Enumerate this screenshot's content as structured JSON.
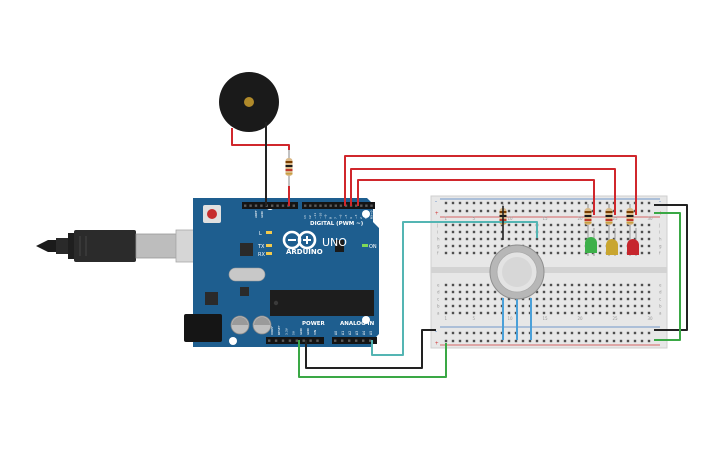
{
  "board": {
    "brand": "ARDUINO",
    "model": "UNO",
    "digital_label": "DIGITAL (PWM ~)",
    "power_label": "POWER",
    "analog_label": "ANALOG IN",
    "tx_label": "TX",
    "rx_label": "RX",
    "l_label": "L",
    "on_label": "ON",
    "aref_label": "AREF",
    "gnd_label": "GND",
    "digital_pins": [
      "13",
      "12",
      "~11",
      "~10",
      "~9",
      "8",
      "7",
      "~6",
      "~5",
      "4",
      "~3",
      "2",
      "TX>1",
      "RX<0"
    ],
    "power_pins": [
      "IOREF",
      "RESET",
      "3.3V",
      "5V",
      "GND",
      "GND",
      "VIN"
    ],
    "analog_pins": [
      "A0",
      "A1",
      "A2",
      "A3",
      "A4",
      "A5"
    ]
  },
  "breadboard": {
    "plus": "+",
    "minus": "-",
    "row_letters": [
      "a",
      "b",
      "c",
      "d",
      "e",
      "f",
      "g",
      "h",
      "i",
      "j"
    ],
    "col_numbers": [
      "1",
      "5",
      "10",
      "15",
      "20",
      "25",
      "30"
    ]
  },
  "colors": {
    "board": "#1e5e8f",
    "red_wire": "#d0272c",
    "black_wire": "#222222",
    "green_wire": "#3aa845",
    "teal_wire": "#54b5b3",
    "blue_wire": "#4aa0d8",
    "led_green": "#3db04a",
    "led_yellow": "#c9a630",
    "led_red": "#c6262d"
  }
}
